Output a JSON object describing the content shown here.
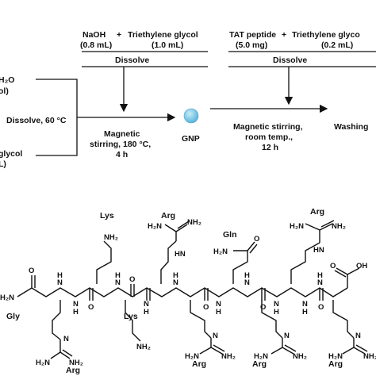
{
  "scheme": {
    "partial_left_top_1": "H₂O",
    "partial_left_top_2": "ol)",
    "left_condition": "Dissolve, 60 °C",
    "partial_left_bottom_1": "glycol",
    "partial_left_bottom_2": "L)",
    "naoh": "NaOH",
    "naoh_vol": "(0.8 mL)",
    "plus1": "+",
    "teg1": "Triethylene glycol",
    "teg1_vol": "(1.0 mL)",
    "dissolve1": "Dissolve",
    "step1_line1": "Magnetic",
    "step1_line2": "stirring, 180 °C,",
    "step1_line3": "4 h",
    "gnp": "GNP",
    "tat": "TAT peptide",
    "tat_amt": "(5.0 mg)",
    "plus2": "+",
    "teg2": "Triethylene glyco",
    "teg2_vol": "(0.2 mL)",
    "dissolve2": "Dissolve",
    "step2_line1": "Magnetic stirring,",
    "step2_line2": "room temp.,",
    "step2_line3": "12 h",
    "washing": "Washing"
  },
  "peptide": {
    "residues_top": [
      "Lys",
      "Arg",
      "Gln",
      "Arg"
    ],
    "residues_mid": [
      "Lys",
      "Arg"
    ],
    "residues_bottom": [
      "Gly",
      "Arg",
      "Arg",
      "Arg"
    ],
    "atoms": {
      "h2n": "H₂N",
      "nh": "N",
      "h": "H",
      "o": "O",
      "nh2": "NH₂",
      "hn": "HN",
      "h2n_side": "H₂N",
      "oh": "OH",
      "tail": "H"
    }
  },
  "colors": {
    "nanoparticle": "#7ec8e3",
    "nanoparticle_edge": "#4aa6cf"
  }
}
